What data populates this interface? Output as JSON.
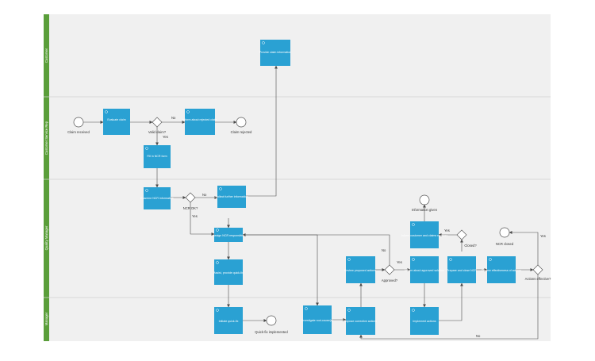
{
  "lanes": [
    {
      "label": "Customer"
    },
    {
      "label": "Customer Service Rep"
    },
    {
      "label": "Quality Manager"
    },
    {
      "label": "Manager"
    }
  ],
  "tasks": {
    "evaluate": "Evaluate claim",
    "inform_rejected": "Inform about rejected claim",
    "fill_form": "Fill in NCR form",
    "provide_info": "Provide claim information",
    "examine_ncr": "Examine NCR information",
    "collect_info": "Collect further information",
    "assign_ncr": "Assign NCR responsible",
    "assist_quick": "Assist, provide quick-fix",
    "initiate_quick": "Initiate quick-fix",
    "investigate": "Investigate root-cause(s)",
    "review_proposed": "Review proposed actions",
    "propose_actions": "Propose corrective actions",
    "inform_approved": "Inform about approved solution",
    "implement": "Implement actions",
    "inform_customer": "Inform customer and claims receiver",
    "prepare_close": "Prepare and close NCR",
    "review_effect": "Review effectiveness of actions"
  },
  "events": {
    "claim_received": "Claim received",
    "claim_rejected": "Claim rejected",
    "information_given": "Information given",
    "quick_fix_implemented": "Quick-fix implemented",
    "ncr_closed": "NCR closed"
  },
  "gateways": {
    "valid_claim": "Valid claim?",
    "ncr_ok": "NCR OK?",
    "approved": "Approved?",
    "closed": "Closed?",
    "actions_effective": "Actions effective?"
  },
  "flow_labels": {
    "valid_no": "No",
    "valid_yes": "Yes",
    "ncr_no": "No",
    "ncr_yes": "Yes",
    "approved_no": "No",
    "approved_yes": "Yes",
    "closed_yes": "Yes",
    "effective_yes": "Yes",
    "effective_no": "No"
  },
  "colors": {
    "task": "#2aa1d3",
    "lane_bar": "#5a9e3a",
    "lane_bg": "#f0f0f0"
  }
}
